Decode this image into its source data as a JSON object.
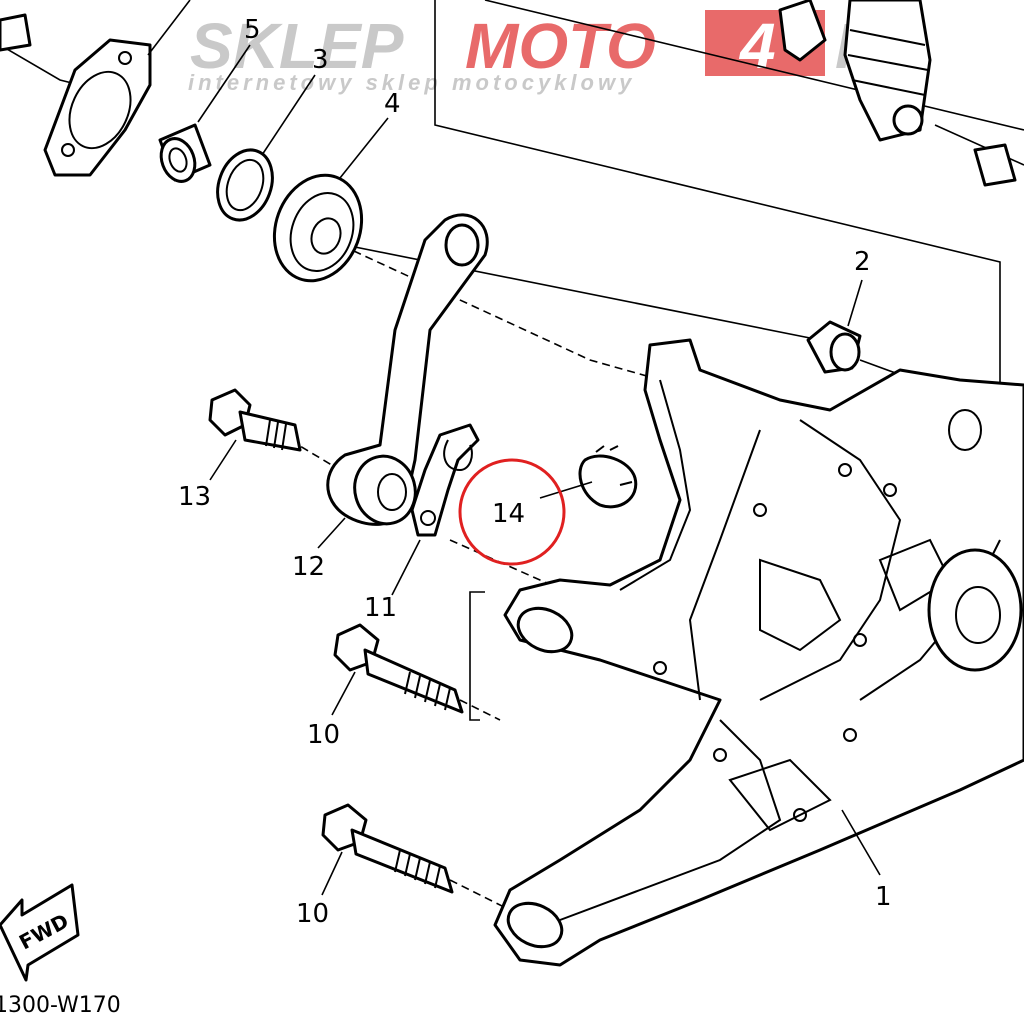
{
  "watermark": {
    "brand_left": "SKLEP",
    "brand_mid": "MOTO",
    "brand_num": "4",
    "brand_right": "PL",
    "tagline": "internetowy sklep motocyklowy",
    "colors": {
      "gray": "#c9c9c9",
      "red": "#e86a6a"
    }
  },
  "diagram": {
    "callouts": [
      {
        "id": "c1",
        "label": "1"
      },
      {
        "id": "c2",
        "label": "2"
      },
      {
        "id": "c3",
        "label": "3"
      },
      {
        "id": "c4",
        "label": "4"
      },
      {
        "id": "c5",
        "label": "5"
      },
      {
        "id": "c10a",
        "label": "10"
      },
      {
        "id": "c10b",
        "label": "10"
      },
      {
        "id": "c11",
        "label": "11"
      },
      {
        "id": "c12",
        "label": "12"
      },
      {
        "id": "c13",
        "label": "13"
      },
      {
        "id": "c14",
        "label": "14"
      }
    ],
    "highlight_color": "#e02020",
    "fwd_label": "FWD",
    "figure_code": "1300-W170"
  }
}
